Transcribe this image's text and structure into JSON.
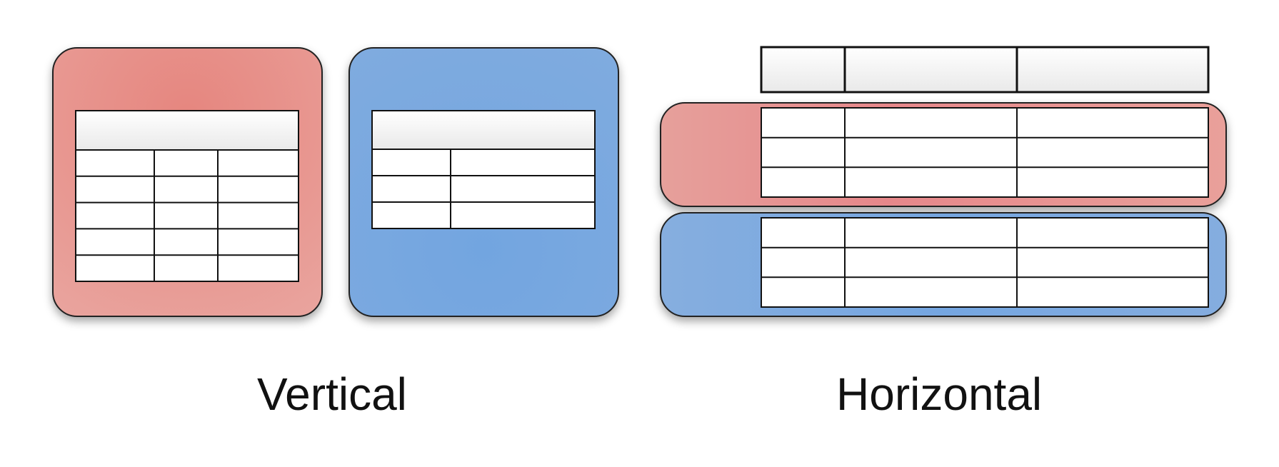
{
  "captions": {
    "left": "Vertical",
    "right": "Horizontal"
  },
  "colors": {
    "red_fill": "#e8908a",
    "red_fill_light": "#e9a29c",
    "blue_fill": "#79a8df",
    "blue_fill_light": "#85addf",
    "border": "#111111",
    "header_fill": "#ececec",
    "cell_fill": "#ffffff"
  },
  "vertical_partitioning": {
    "red_table": {
      "header_rows": 1,
      "body_rows": 5,
      "columns": 3
    },
    "blue_table": {
      "header_rows": 1,
      "body_rows": 3,
      "columns": 2
    }
  },
  "horizontal_partitioning": {
    "header_columns": 3,
    "red_partition": {
      "rows": 3,
      "columns": 3
    },
    "blue_partition": {
      "rows": 3,
      "columns": 3
    }
  }
}
